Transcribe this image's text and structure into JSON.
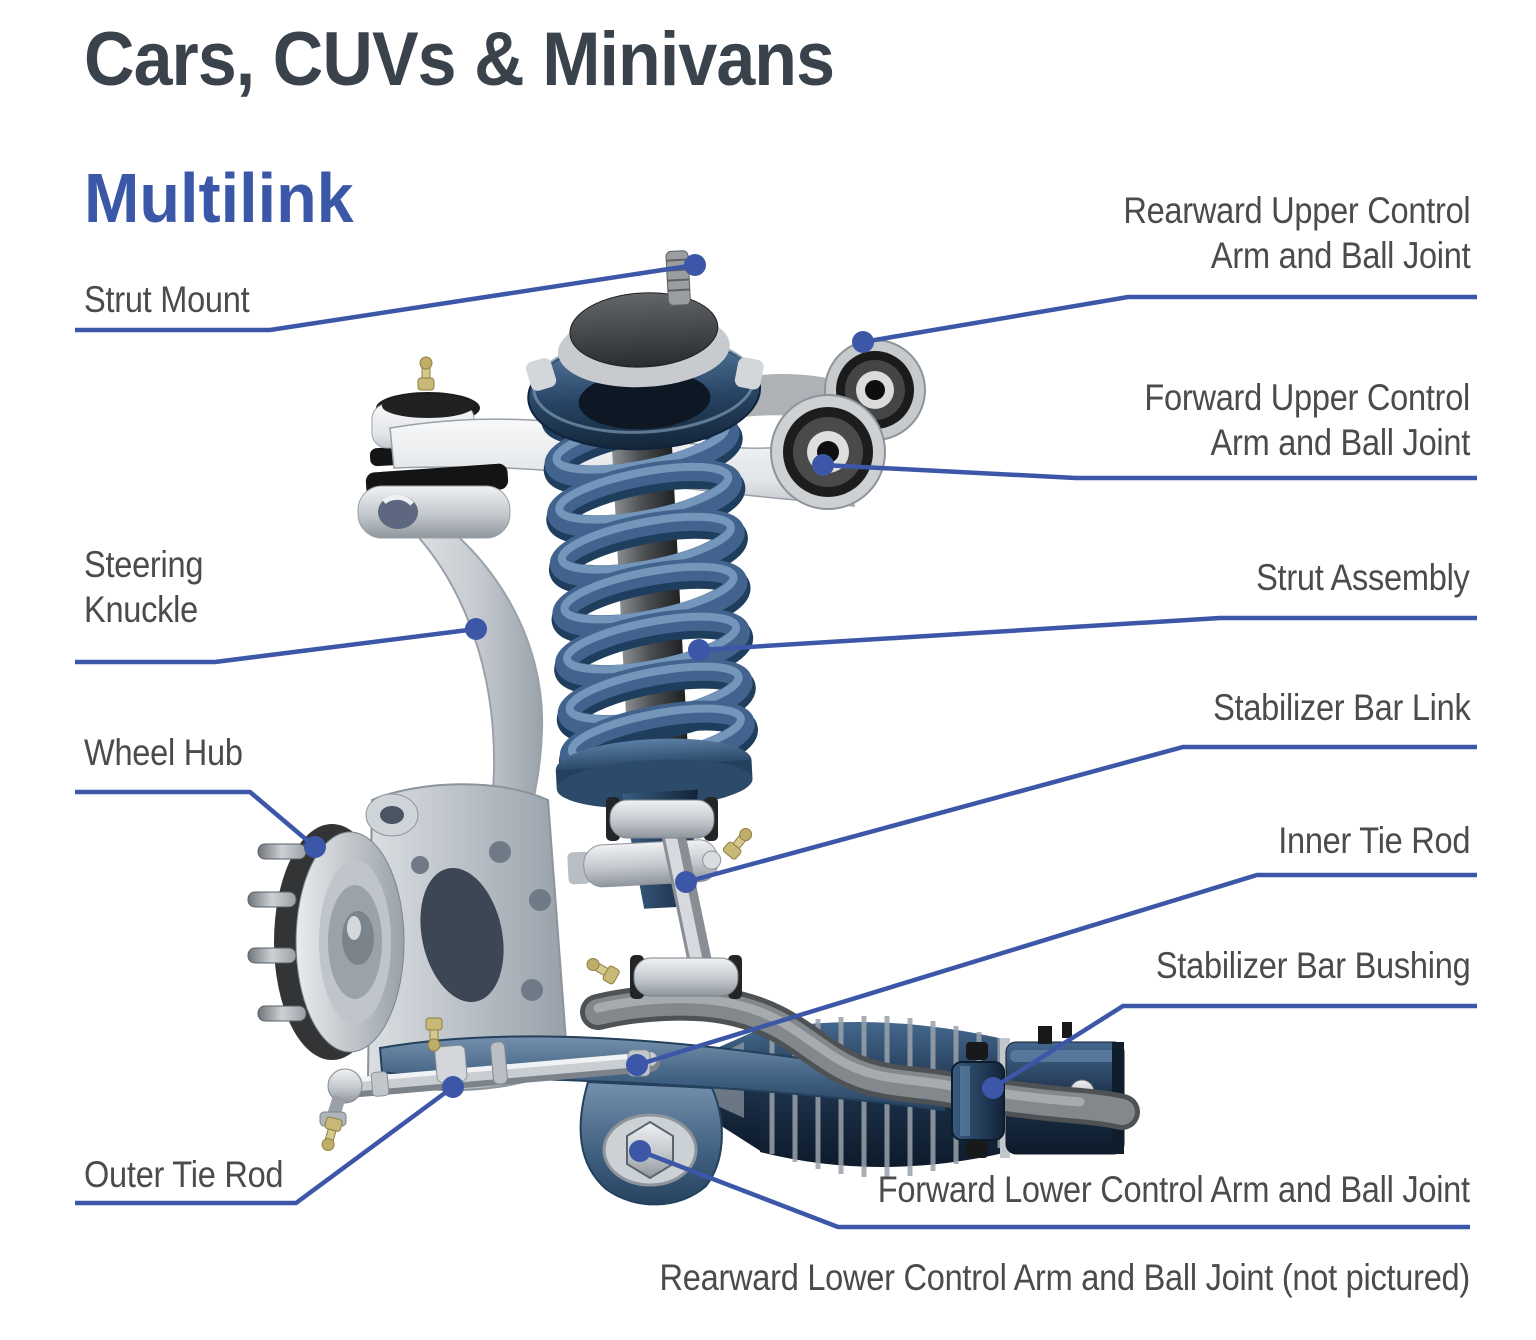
{
  "page": {
    "title": "Cars, CUVs & Minivans",
    "subtitle": "Multilink"
  },
  "colors": {
    "leader_blue": "#3c57a7",
    "title_dark": "#3a424c",
    "subtitle_blue": "#3b57a8",
    "label_gray": "#4a4b4d",
    "spring_blue": "#41638d",
    "rack_navy": "#1c3049"
  },
  "labels": {
    "strut_mount": {
      "lines": [
        "Strut Mount"
      ]
    },
    "rearward_upper": {
      "lines": [
        "Rearward Upper Control",
        "Arm and Ball Joint"
      ]
    },
    "forward_upper": {
      "lines": [
        "Forward Upper Control",
        "Arm and Ball Joint"
      ]
    },
    "steering_knuckle": {
      "lines": [
        "Steering",
        "Knuckle"
      ]
    },
    "strut_assembly": {
      "lines": [
        "Strut Assembly"
      ]
    },
    "wheel_hub": {
      "lines": [
        "Wheel Hub"
      ]
    },
    "stabilizer_bar_link": {
      "lines": [
        "Stabilizer Bar Link"
      ]
    },
    "inner_tie_rod": {
      "lines": [
        "Inner Tie Rod"
      ]
    },
    "stabilizer_bar_bushing": {
      "lines": [
        "Stabilizer Bar Bushing"
      ]
    },
    "outer_tie_rod": {
      "lines": [
        "Outer Tie Rod"
      ]
    },
    "forward_lower": {
      "lines": [
        "Forward Lower Control Arm and Ball Joint"
      ]
    },
    "rearward_lower": {
      "lines": [
        "Rearward Lower Control Arm and Ball Joint (not pictured)"
      ]
    }
  }
}
